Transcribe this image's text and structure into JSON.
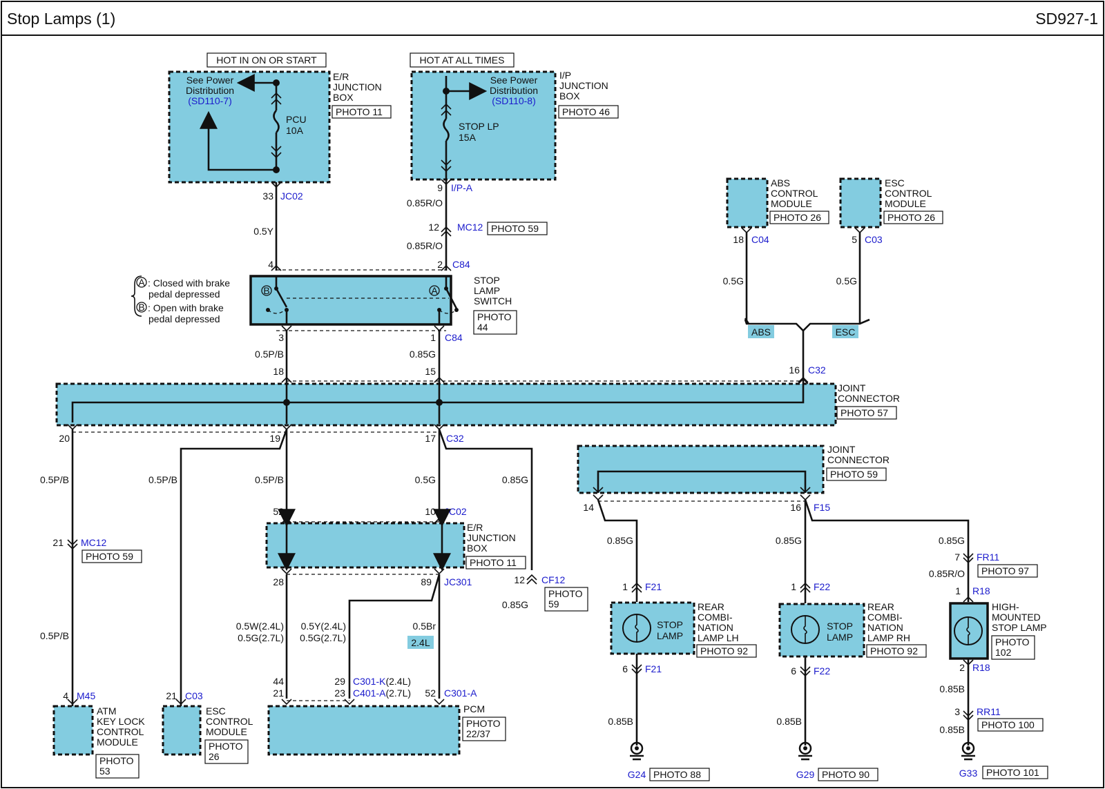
{
  "header": {
    "title": "Stop Lamps (1)",
    "code": "SD927-1"
  },
  "components": {
    "er_box_top": {
      "caption": "HOT IN ON OR START",
      "name": [
        "E/R",
        "JUNCTION",
        "BOX"
      ],
      "photo": "PHOTO 11",
      "see": [
        "See Power",
        "Distribution"
      ],
      "ref": "(SD110-7)",
      "fuse": [
        "PCU",
        "10A"
      ]
    },
    "ip_box": {
      "caption": "HOT AT ALL TIMES",
      "name": [
        "I/P",
        "JUNCTION",
        "BOX"
      ],
      "photo": "PHOTO 46",
      "see": [
        "See Power",
        "Distribution"
      ],
      "ref": "(SD110-8)",
      "fuse": [
        "STOP LP",
        "15A"
      ]
    },
    "stop_switch": {
      "name": [
        "STOP",
        "LAMP",
        "SWITCH"
      ],
      "photo": [
        "PHOTO",
        "44"
      ],
      "note_a": [
        ": Closed with brake",
        "pedal depressed"
      ],
      "note_b": [
        ": Open with brake",
        "pedal depressed"
      ],
      "mark_a": "A",
      "mark_b": "B"
    },
    "abs_module": {
      "name": [
        "ABS",
        "CONTROL",
        "MODULE"
      ],
      "photo": "PHOTO 26"
    },
    "esc_module_top": {
      "name": [
        "ESC",
        "CONTROL",
        "MODULE"
      ],
      "photo": "PHOTO 26"
    },
    "joint_main": {
      "name": [
        "JOINT",
        "CONNECTOR"
      ],
      "photo": "PHOTO 57"
    },
    "joint_rear": {
      "name": [
        "JOINT",
        "CONNECTOR"
      ],
      "photo": "PHOTO 59"
    },
    "er_box_mid": {
      "name": [
        "E/R",
        "JUNCTION",
        "BOX"
      ],
      "photo": "PHOTO 11"
    },
    "atm_module": {
      "name": [
        "ATM",
        "KEY LOCK",
        "CONTROL",
        "MODULE"
      ],
      "photo": [
        "PHOTO",
        "53"
      ]
    },
    "esc_module_bottom": {
      "name": [
        "ESC",
        "CONTROL",
        "MODULE"
      ],
      "photo": [
        "PHOTO",
        "26"
      ]
    },
    "pcm": {
      "name": "PCM",
      "photo": [
        "PHOTO",
        "22/37"
      ]
    },
    "lamp_lh": {
      "inner": [
        "STOP",
        "LAMP"
      ],
      "name": [
        "REAR",
        "COMBI-",
        "NATION",
        "LAMP LH"
      ],
      "photo": "PHOTO 92"
    },
    "lamp_rh": {
      "inner": [
        "STOP",
        "LAMP"
      ],
      "name": [
        "REAR",
        "COMBI-",
        "NATION",
        "LAMP RH"
      ],
      "photo": "PHOTO 92"
    },
    "hmsl": {
      "name": [
        "HIGH-",
        "MOUNTED",
        "STOP LAMP"
      ],
      "photo": [
        "PHOTO",
        "102"
      ]
    }
  },
  "connectors": {
    "jc02_top": {
      "pin": "33",
      "id": "JC02"
    },
    "ipa": {
      "pin": "9",
      "id": "I/P-A"
    },
    "mc12_top": {
      "pin": "12",
      "id": "MC12",
      "photo": "PHOTO 59"
    },
    "c84_top": {
      "pin_left": "4",
      "pin_right": "2",
      "id": "C84"
    },
    "c84_bot": {
      "pin_left": "3",
      "pin_right": "1",
      "id": "C84"
    },
    "c04": {
      "pin": "18",
      "id": "C04"
    },
    "c03_top": {
      "pin": "5",
      "id": "C03"
    },
    "c32_in": {
      "pins": [
        "18",
        "15",
        "16"
      ],
      "id": "C32"
    },
    "c32_out": {
      "pins": [
        "20",
        "19",
        "17"
      ],
      "id": "C32"
    },
    "mc12_left": {
      "pin": "21",
      "id": "MC12",
      "photo": "PHOTO 59"
    },
    "jc02_mid": {
      "pins": [
        "52",
        "10"
      ],
      "id": "JC02"
    },
    "jc301": {
      "pins": [
        "28",
        "89"
      ],
      "id": "JC301"
    },
    "cf12": {
      "pin": "12",
      "id": "CF12",
      "photo": [
        "PHOTO",
        "59"
      ]
    },
    "m45": {
      "pin": "4",
      "id": "M45"
    },
    "c03_bot": {
      "pin": "21",
      "id": "C03"
    },
    "pcm_k": {
      "pins": [
        "44",
        "21"
      ]
    },
    "c301k": {
      "pins": [
        "29",
        "23"
      ],
      "id_k": "C301-K",
      "suffix_k": "(2.4L)",
      "id_c401": "C401-A",
      "suffix_c401": "(2.7L)"
    },
    "c301a": {
      "pin": "52",
      "id": "C301-A"
    },
    "f15": {
      "pins": [
        "14",
        "16"
      ],
      "id": "F15"
    },
    "f21_top": {
      "pin": "1",
      "id": "F21"
    },
    "f21_bot": {
      "pin": "6",
      "id": "F21"
    },
    "f22_top": {
      "pin": "1",
      "id": "F22"
    },
    "f22_bot": {
      "pin": "6",
      "id": "F22"
    },
    "fr11": {
      "pin": "7",
      "id": "FR11",
      "photo": "PHOTO 97"
    },
    "r18_top": {
      "pin": "1",
      "id": "R18"
    },
    "r18_bot": {
      "pin": "2",
      "id": "R18"
    },
    "rr11": {
      "pin": "3",
      "id": "RR11",
      "photo": "PHOTO 100"
    }
  },
  "wires": {
    "w_05y": "0.5Y",
    "w_085ro_1": "0.85R/O",
    "w_085ro_2": "0.85R/O",
    "w_05g_abs": "0.5G",
    "w_05g_esc": "0.5G",
    "w_05pb_sw": "0.5P/B",
    "w_085g_sw": "0.85G",
    "w_05pb_1": "0.5P/B",
    "w_05pb_2": "0.5P/B",
    "w_05pb_3": "0.5P/B",
    "w_05g_mid": "0.5G",
    "w_085g_cf": "0.85G",
    "w_05pb_atm": "0.5P/B",
    "w_085g_cf2": "0.85G",
    "w_05w": [
      "0.5W(2.4L)",
      "0.5G(2.7L)"
    ],
    "w_05yy": [
      "0.5Y(2.4L)",
      "0.5G(2.7L)"
    ],
    "w_05br": "0.5Br",
    "tag_24l": "2.4L",
    "w_085g_lh": "0.85G",
    "w_085g_rh": "0.85G",
    "w_085g_hm": "0.85G",
    "w_085ro_hm": "0.85R/O",
    "w_085b_lh": "0.85B",
    "w_085b_rh": "0.85B",
    "w_085b_hm1": "0.85B",
    "w_085b_hm2": "0.85B"
  },
  "splice_tags": {
    "abs": "ABS",
    "esc": "ESC"
  },
  "grounds": {
    "g24": {
      "id": "G24",
      "photo": "PHOTO 88"
    },
    "g29": {
      "id": "G29",
      "photo": "PHOTO 90"
    },
    "g33": {
      "id": "G33",
      "photo": "PHOTO 101"
    }
  }
}
